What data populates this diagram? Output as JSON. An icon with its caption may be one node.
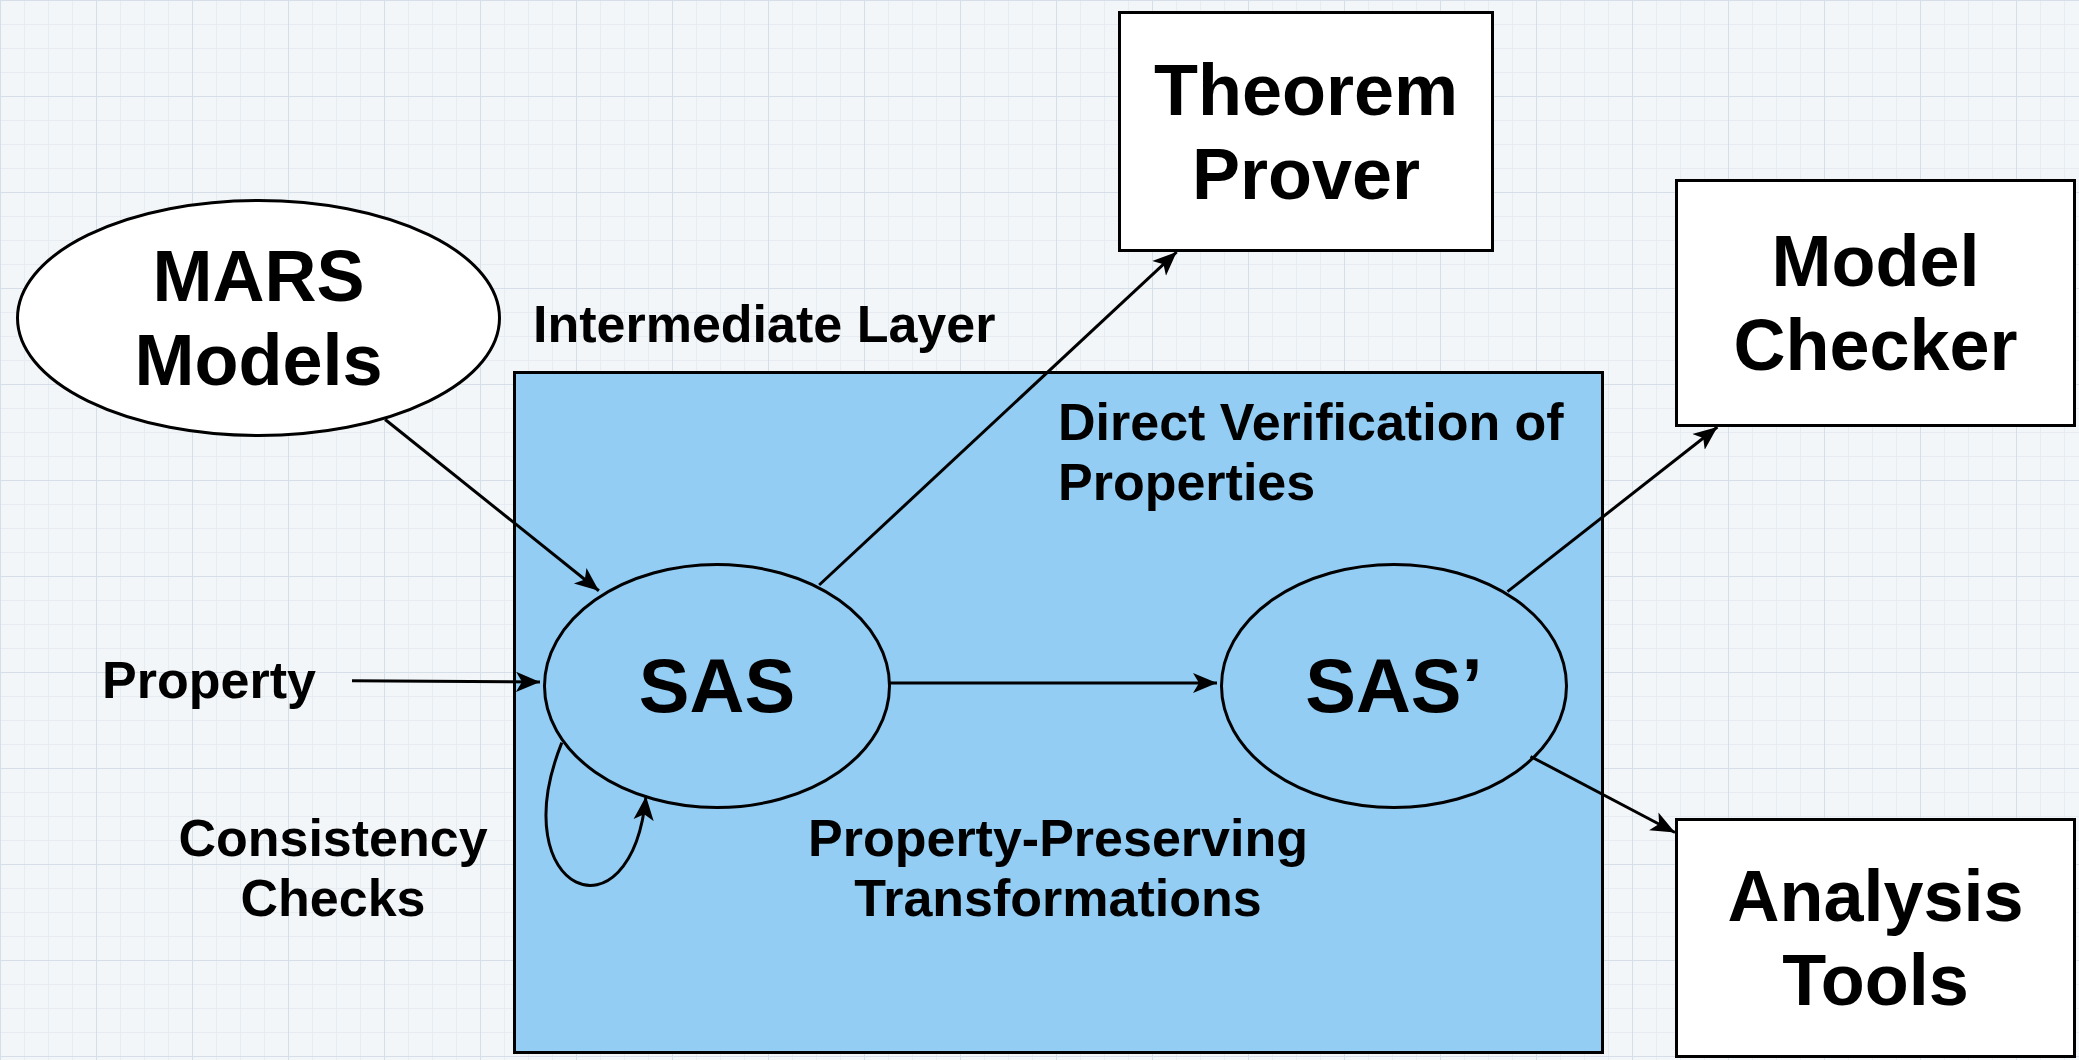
{
  "diagram": {
    "nodes": [
      {
        "text": [
          "MARS Models"
        ]
      },
      {
        "text": [
          "Theorem Prover"
        ]
      },
      {
        "text": [
          "Model Checker"
        ]
      },
      {
        "text": [
          "Intermediate Layer"
        ]
      },
      {
        "text": [
          "SAS"
        ],
        "in": 3
      },
      {
        "text": [
          "SAS’"
        ],
        "in": 3
      },
      {
        "text": [
          "Property"
        ]
      },
      {
        "text": [
          "Analysis Tools"
        ]
      }
    ],
    "edges": [
      {
        "from": 0,
        "to": 4,
        "arrow": "to"
      },
      {
        "from": 6,
        "to": 4,
        "arrow": "to"
      },
      {
        "from": 4,
        "to": 4,
        "arrow": "to"
      },
      {
        "from": 4,
        "to": 5,
        "arrow": "to"
      },
      {
        "from": 4,
        "to": 1,
        "arrow": "to"
      },
      {
        "from": 5,
        "to": 2,
        "arrow": "to"
      },
      {
        "from": 5,
        "to": 7,
        "arrow": "to"
      }
    ],
    "labels": [
      "Direct Verification of Properties",
      "Consistency Checks",
      "Property-Preserving Transformations"
    ]
  }
}
